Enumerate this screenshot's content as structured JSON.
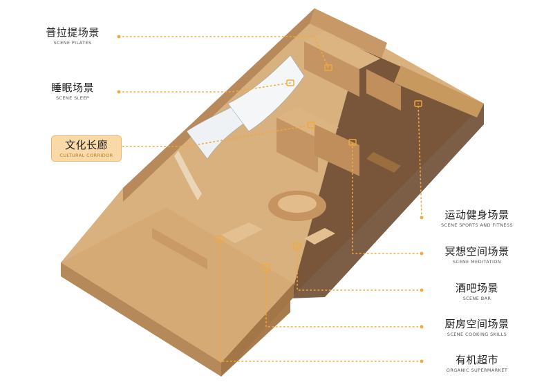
{
  "colors": {
    "accent": "#f2a93b",
    "highlight_bg": "#f9d9a8",
    "wood_top": "#d8ad7a",
    "wood_side": "#b98c5a",
    "wood_dark": "#8d6238",
    "glass": "#6e4d33"
  },
  "scenes": [
    {
      "zh": "普拉提场景",
      "en": "SCENE PILATES",
      "highlight": false
    },
    {
      "zh": "睡眠场景",
      "en": "SCENE SLEEP",
      "highlight": false
    },
    {
      "zh": "文化长廊",
      "en": "CULTURAL CORRIDOR",
      "highlight": true
    },
    {
      "zh": "运动健身场景",
      "en": "SCENE SPORTS AND FITNESS",
      "highlight": false
    },
    {
      "zh": "冥想空间场景",
      "en": "SCENE MEDITATION",
      "highlight": false
    },
    {
      "zh": "酒吧场景",
      "en": "SCENE BAR",
      "highlight": false
    },
    {
      "zh": "厨房空间场景",
      "en": "SCENE COOKING SKILLS",
      "highlight": false
    },
    {
      "zh": "有机超市",
      "en": "ORGANIC SUPERMARKET",
      "highlight": false
    }
  ]
}
